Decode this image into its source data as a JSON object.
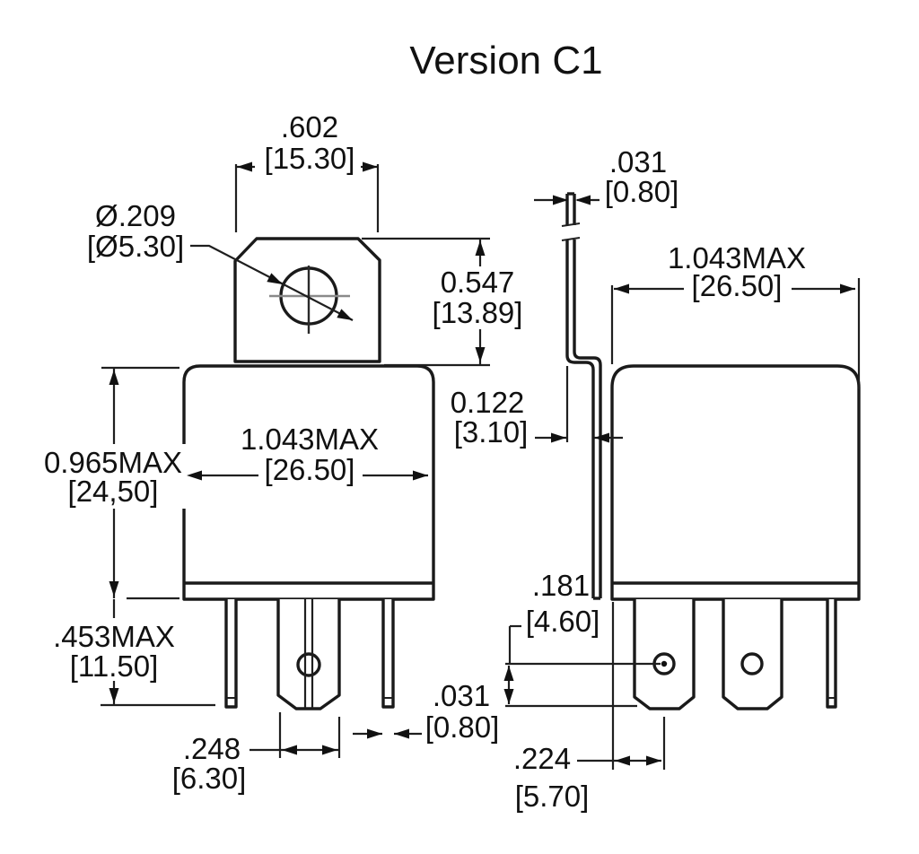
{
  "title": "Version C1",
  "front_view": {
    "hole_dia": {
      "inch": "Ø.209",
      "mm": "[Ø5.30]"
    },
    "tab_width": {
      "inch": ".602",
      "mm": "[15.30]"
    },
    "tab_height": {
      "inch": "0.547",
      "mm": "[13.89]"
    },
    "body_width": {
      "inch": "1.043MAX",
      "mm": "[26.50]"
    },
    "body_height": {
      "inch": "0.965MAX",
      "mm": "[24,50]"
    },
    "pin_length": {
      "inch": ".453MAX",
      "mm": "[11.50]"
    },
    "center_pin_width": {
      "inch": ".248",
      "mm": "[6.30]"
    },
    "pin_thickness": {
      "inch": ".031",
      "mm": "[0.80]"
    }
  },
  "side_view": {
    "bracket_thickness": {
      "inch": ".031",
      "mm": "[0.80]"
    },
    "body_width": {
      "inch": "1.043MAX",
      "mm": "[26.50]"
    },
    "bracket_offset": {
      "inch": "0.122",
      "mm": "[3.10]"
    },
    "hole_to_pin_tip": {
      "inch": ".181",
      "mm": "[4.60]"
    },
    "body_to_hole": {
      "inch": ".224",
      "mm": "[5.70]"
    }
  }
}
